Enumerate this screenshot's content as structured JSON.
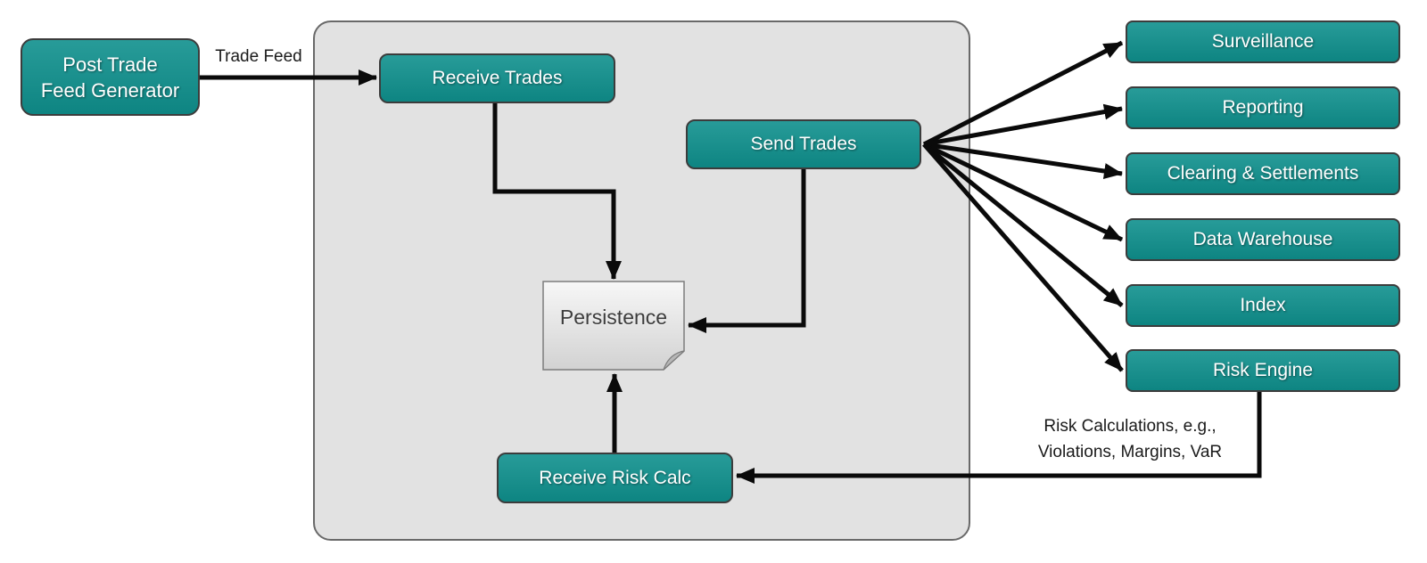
{
  "colors": {
    "node_teal": "#0f908d",
    "node_border": "#3c3c3c",
    "container_gray": "#e2e2e2",
    "container_border": "#696969",
    "arrow_black": "#0a0a0a",
    "edge_label_text": "#1a1a1a",
    "document_fill_top": "#f7f7f7",
    "document_fill_bottom": "#d2d2d2",
    "document_text": "#3c3c3c"
  },
  "nodes": {
    "post_trade_feed_generator": {
      "line1": "Post Trade",
      "line2": "Feed Generator"
    },
    "receive_trades": {
      "label": "Receive Trades"
    },
    "send_trades": {
      "label": "Send Trades"
    },
    "persistence": {
      "label": "Persistence"
    },
    "receive_risk_calc": {
      "label": "Receive Risk Calc"
    }
  },
  "edge_labels": {
    "trade_feed": "Trade Feed",
    "risk_calc_line1": "Risk Calculations, e.g.,",
    "risk_calc_line2": "Violations, Margins, VaR"
  },
  "targets": [
    {
      "label": "Surveillance"
    },
    {
      "label": "Reporting"
    },
    {
      "label": "Clearing & Settlements"
    },
    {
      "label": "Data Warehouse"
    },
    {
      "label": "Index"
    },
    {
      "label": "Risk Engine"
    }
  ]
}
